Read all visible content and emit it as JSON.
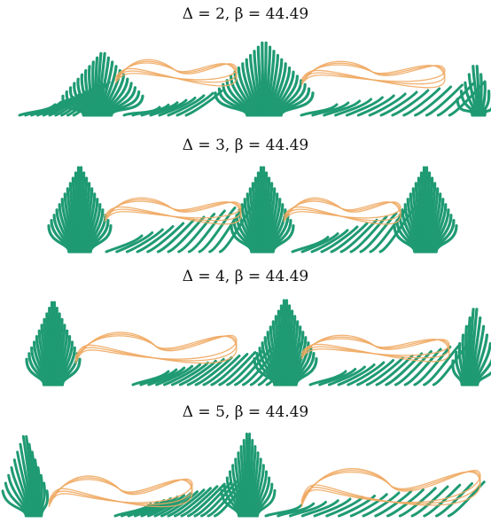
{
  "panels": [
    {
      "title": "Δ = 2,  β = 44.49"
    },
    {
      "title": "Δ = 3,  β = 44.49"
    },
    {
      "title": "Δ = 4,  β = 44.49"
    },
    {
      "title": "Δ = 5,  β = 44.49"
    }
  ],
  "colors": {
    "filament": "#1f9a73",
    "trajectory": "#f0a860"
  }
}
